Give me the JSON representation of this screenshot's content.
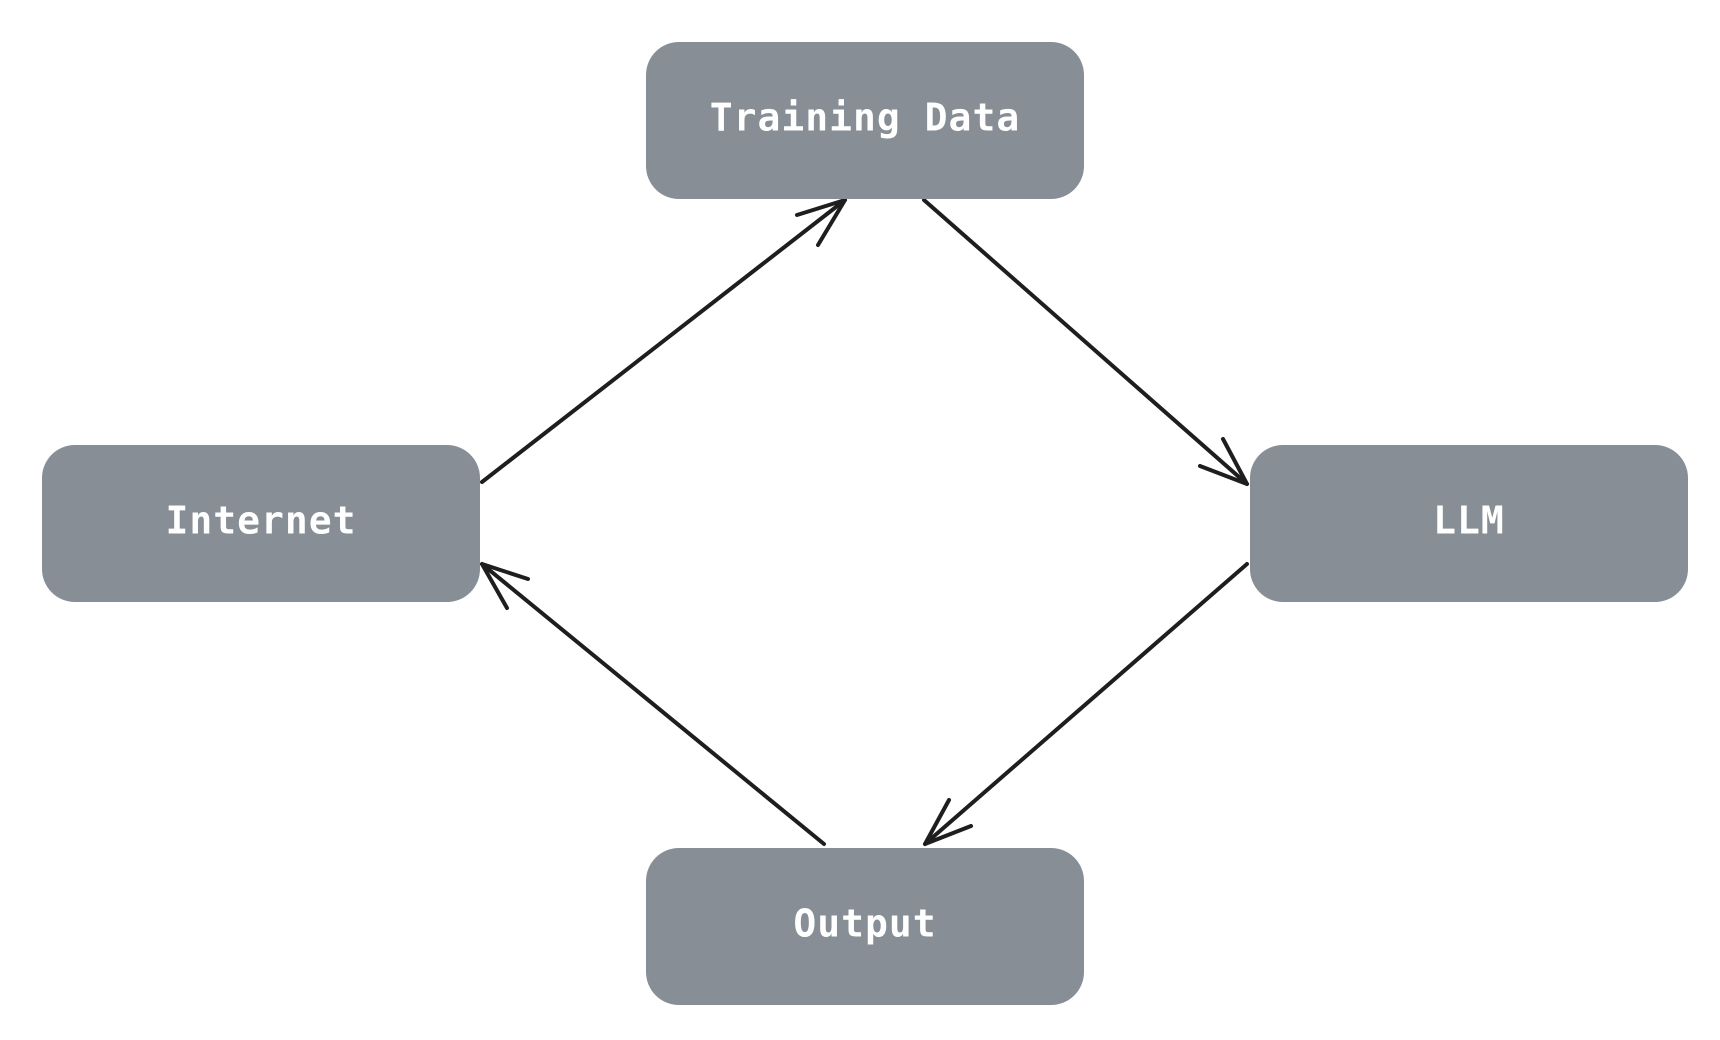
{
  "diagram": {
    "nodes": [
      {
        "id": "training-data",
        "label": "Training Data"
      },
      {
        "id": "internet",
        "label": "Internet"
      },
      {
        "id": "llm",
        "label": "LLM"
      },
      {
        "id": "output",
        "label": "Output"
      }
    ],
    "edges": [
      {
        "from": "internet",
        "to": "training-data"
      },
      {
        "from": "training-data",
        "to": "llm"
      },
      {
        "from": "llm",
        "to": "output"
      },
      {
        "from": "output",
        "to": "internet"
      }
    ],
    "colors": {
      "node_fill": "#878e95",
      "node_text": "#ffffff",
      "edge": "#1e1e1e",
      "background": "#ffffff"
    }
  }
}
